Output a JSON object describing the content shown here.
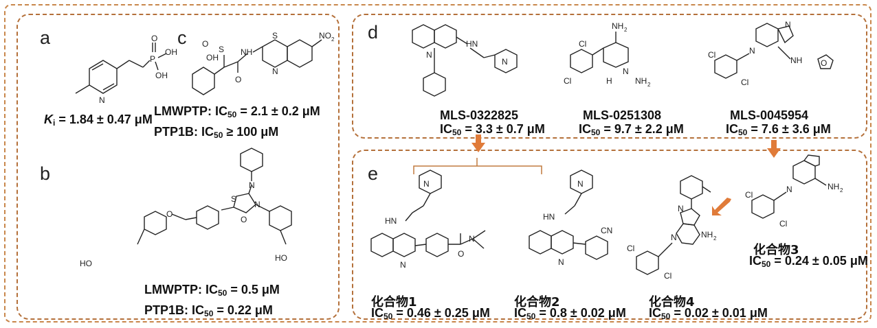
{
  "panels": {
    "a": {
      "label": "a",
      "caption_prefix": "K",
      "caption_sub": "i",
      "caption_value": " = 1.84  ± 0.47 μM"
    },
    "c": {
      "label": "c",
      "line1_prefix": "LMWPTP: IC",
      "line1_sub": "50",
      "line1_value": " = 2.1 ± 0.2 μM",
      "line2_prefix": "PTP1B: IC",
      "line2_sub": "50",
      "line2_value": " ≥ 100 μM"
    },
    "b": {
      "label": "b",
      "line1_prefix": "LMWPTP: IC",
      "line1_sub": "50",
      "line1_value": " = 0.5 μM",
      "line2_prefix": "PTP1B: IC",
      "line2_sub": "50",
      "line2_value": " = 0.22 μM"
    },
    "d": {
      "label": "d",
      "compounds": [
        {
          "name": "MLS-0322825",
          "ic_prefix": "IC",
          "ic_sub": "50",
          "ic_value": " = 3.3 ± 0.7 μM"
        },
        {
          "name": "MLS-0251308",
          "ic_prefix": "IC",
          "ic_sub": "50",
          "ic_value": " = 9.7 ± 2.2 μM"
        },
        {
          "name": "MLS-0045954",
          "ic_prefix": "IC",
          "ic_sub": "50",
          "ic_value": " = 7.6 ± 3.6 μM"
        }
      ]
    },
    "e": {
      "label": "e",
      "compounds": [
        {
          "name": "化合物1",
          "ic_prefix": "IC",
          "ic_sub": "50",
          "ic_value": " = 0.46 ± 0.25 μM"
        },
        {
          "name": "化合物2",
          "ic_prefix": "IC",
          "ic_sub": "50",
          "ic_value": " = 0.8 ± 0.02 μM"
        },
        {
          "name": "化合物4",
          "ic_prefix": "IC",
          "ic_sub": "50",
          "ic_value": " = 0.02 ± 0.01 μM"
        },
        {
          "name": "化合物3",
          "ic_prefix": "IC",
          "ic_sub": "50",
          "ic_value": " = 0.24 ± 0.05 μM"
        }
      ]
    }
  },
  "atoms": {
    "P": "P",
    "OH": "OH",
    "O": "O",
    "N": "N",
    "NH": "NH",
    "HN": "HN",
    "S": "S",
    "NO2": "NO",
    "NO2_sub": "2",
    "HO": "HO",
    "Cl": "Cl",
    "NH2": "NH",
    "NH2_sub": "2",
    "H2N": "H",
    "CN": "CN"
  },
  "colors": {
    "frame": "#c8864a",
    "panel_border": "#b4703a",
    "arrow": "#e07b39",
    "bracket": "#c07a3e"
  }
}
